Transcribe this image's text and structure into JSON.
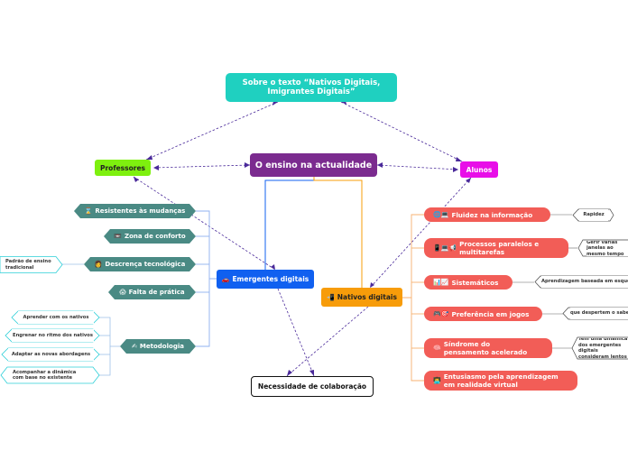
{
  "central": "O ensino na actualidade",
  "source": {
    "line1": "Sobre o texto “Nativos Digitais,",
    "line2": "Imigrantes Digitais”"
  },
  "professores": "Professores",
  "alunos": "Alunos",
  "emergentes": {
    "label": "Emergentes digitais",
    "icon": "🚗"
  },
  "nativos": {
    "label": "Nativos digitais",
    "icon": "📲"
  },
  "colaboracao": "Necessidade de colaboração",
  "emergentes_branches": [
    {
      "label": "Resistentes às mudanças",
      "icon": "⌛"
    },
    {
      "label": "Zona de conforto",
      "icon": "📼"
    },
    {
      "label": "Descrença tecnológica",
      "icon": "👩"
    },
    {
      "label": "Falta de prática",
      "icon": "😱"
    },
    {
      "label": "Metodologia",
      "icon": "✍"
    }
  ],
  "descrenca_sub": "Padrão de ensino tradicional",
  "metodologia_sub": [
    "Aprender com os nativos",
    "Engrenar no ritmo dos nativos",
    "Adaptar as novas abordagens",
    "Acompanhar a dinâmica com base no existente"
  ],
  "nativos_branches": [
    {
      "label": "Fluidez na informação",
      "icon": "🌐💻"
    },
    {
      "label": "Processos paralelos e multitarefas",
      "icon": "📱💻📢"
    },
    {
      "label": "Sistemáticos",
      "icon": "📊📈"
    },
    {
      "label": "Preferência em jogos",
      "icon": "🎮🎯"
    },
    {
      "label": "Síndrome do pensamento acelerado",
      "icon": "🧠"
    },
    {
      "label": "Entusiasmo pela aprendizagem em realidade virtual",
      "icon": "👨‍💻"
    }
  ],
  "nativos_sub": [
    "Rapidez",
    "Gerir várias janelas ao mesmo tempo",
    "Aprendizagem baseada em esquemas",
    "que despertem o saber",
    "Tem uma dinâmica dos emergentes digitais consideram lentos"
  ],
  "colors": {
    "central": "#7b2b8f",
    "source": "#1fd0c0",
    "professores": "#7ef00f",
    "alunos": "#e80ee8",
    "emergentes": "#1060f0",
    "nativos": "#f79c0a",
    "teal": "#4a8a84",
    "red": "#f25d57",
    "dashed": "#4a2a9a"
  }
}
